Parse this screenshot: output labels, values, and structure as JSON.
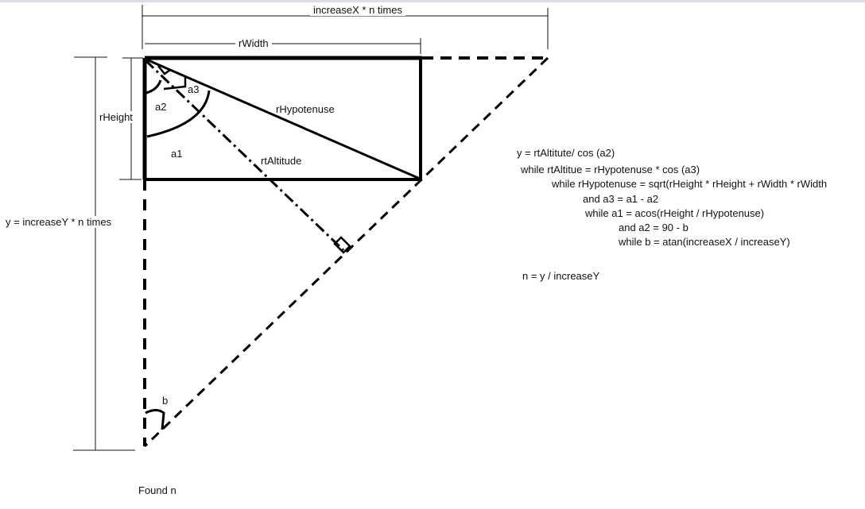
{
  "dimensions": {
    "top": "increaseX * n times",
    "width": "rWidth",
    "height": "rHeight",
    "left": "y =  increaseY * n times"
  },
  "angles": {
    "a1": "a1",
    "a2": "a2",
    "a3": "a3",
    "b": "b"
  },
  "segments": {
    "hypotenuse": "rHypotenuse",
    "altitude": "rtAltitude"
  },
  "formulas": {
    "line1": "y  = rtAltitute/ cos (a2)",
    "line2": "while rtAltitue = rHypotenuse * cos (a3)",
    "line3": "while rHypotenuse = sqrt(rHeight  * rHeight + rWidth * rWidth",
    "line4": "and a3 = a1 - a2",
    "line5": "while  a1 = acos(rHeight / rHypotenuse)",
    "line6": "and a2 = 90 - b",
    "line7": "while b = atan(increaseX / increaseY)",
    "result": "n = y / increaseY"
  },
  "footer": {
    "found": "Found  n"
  }
}
